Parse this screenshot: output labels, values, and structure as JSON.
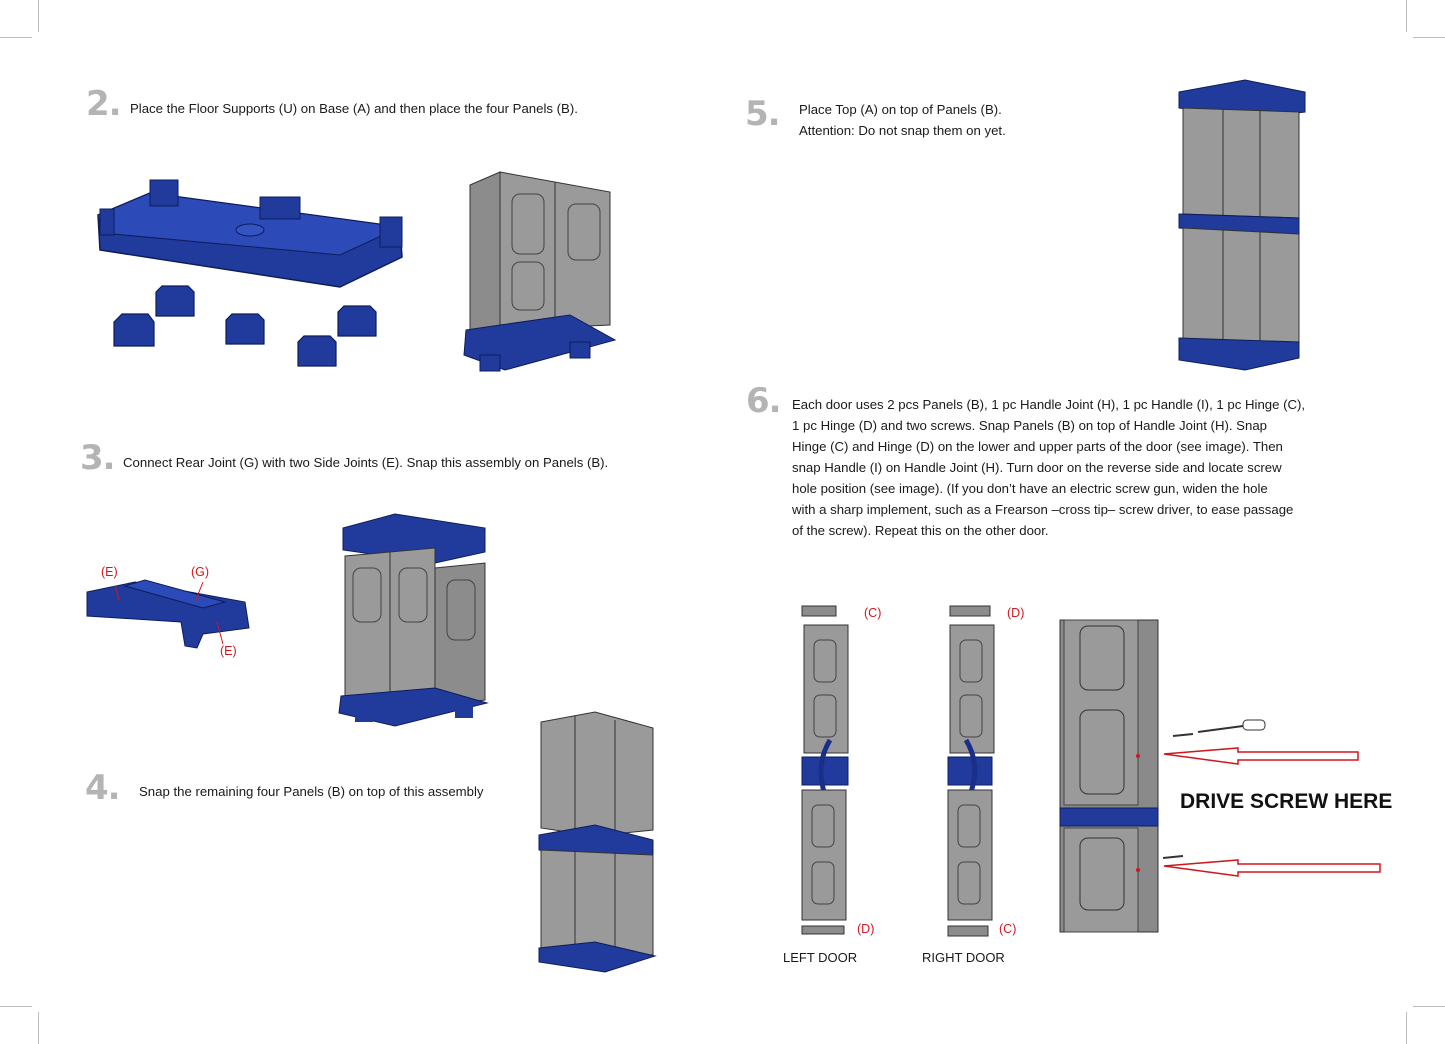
{
  "steps": [
    {
      "number": "2.",
      "text": "Place the Floor Supports (U) on Base (A) and then place the four Panels (B)."
    },
    {
      "number": "3.",
      "text": "Connect Rear Joint (G) with two Side Joints (E). Snap this assembly on Panels (B)."
    },
    {
      "number": "4.",
      "text": "Snap the remaining four Panels (B) on top of this assembly"
    },
    {
      "number": "5.",
      "line1": "Place Top (A) on top of Panels (B).",
      "line2": "Attention: Do not snap them on yet."
    },
    {
      "number": "6.",
      "lines": [
        "Each door uses 2 pcs Panels (B), 1 pc Handle Joint (H), 1 pc Handle (I), 1 pc Hinge (C),",
        "1 pc Hinge (D) and two screws. Snap Panels (B) on top of Handle Joint (H). Snap",
        "Hinge (C) and Hinge (D) on the lower and upper parts of the door (see image). Then",
        "snap Handle (I) on Handle Joint (H). Turn door on the reverse side and locate screw",
        "hole position (see image). (If you don’t have an electric screw gun, widen the hole",
        "with a sharp implement, such as a Frearson –cross tip– screw driver, to ease passage",
        "of the screw). Repeat this on the other door."
      ]
    }
  ],
  "labels": {
    "e_left": "(E)",
    "g": "(G)",
    "e_bottom": "(E)",
    "left_top": "(C)",
    "left_bottom": "(D)",
    "right_top": "(D)",
    "right_bottom": "(C)"
  },
  "captions": {
    "left_door": "LEFT DOOR",
    "right_door": "RIGHT DOOR",
    "drive_screw": "DRIVE SCREW HERE"
  },
  "colors": {
    "blue": "#1f3a9a",
    "panel_gray": "#8c8c8c",
    "step_number_gray": "#b4b4b4",
    "label_red": "#d2161e"
  }
}
